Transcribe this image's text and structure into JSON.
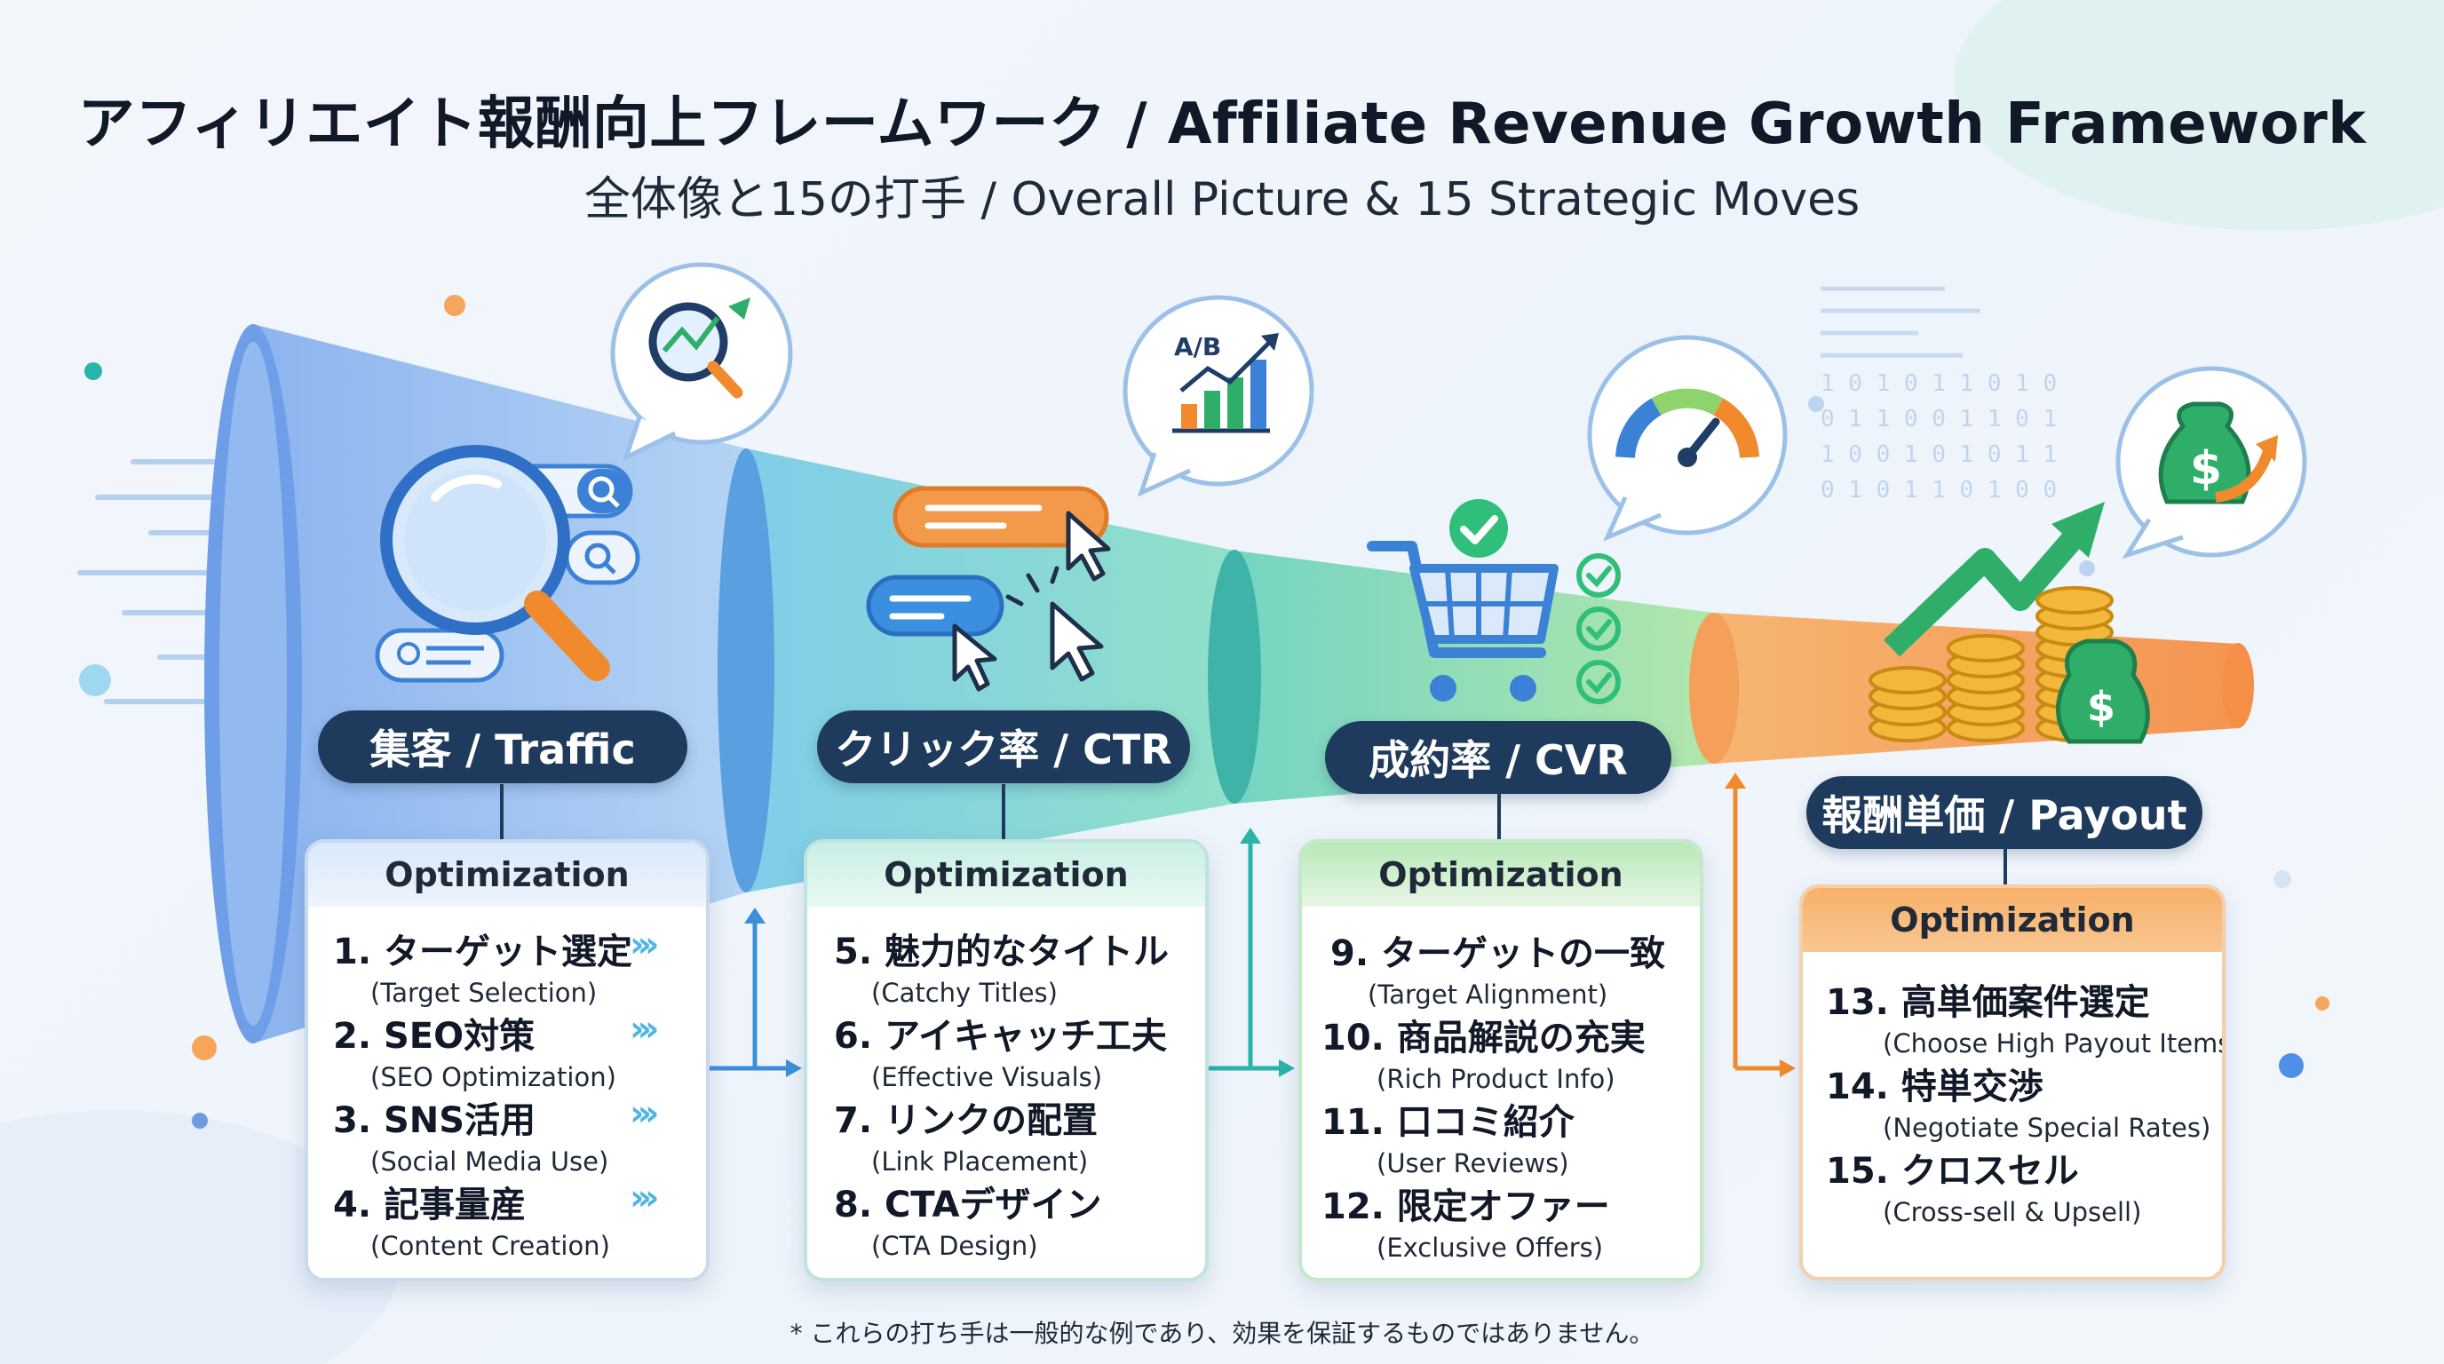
{
  "title": "アフィリエイト報酬向上フレームワーク / Affiliate Revenue Growth Framework",
  "subtitle": "全体像と15の打手 / Overall Picture & 15 Strategic Moves",
  "colors": {
    "navy": "#1e3a5c",
    "traffic": "#8fb9ef",
    "ctr": "#6fd3b0",
    "cvr": "#8fdc9c",
    "payout": "#f6a65a",
    "accent_blue": "#3b82d6",
    "accent_teal": "#2ab3a8",
    "accent_orange": "#f08a2c"
  },
  "stages": [
    {
      "label": "集客 / Traffic",
      "panel_title": "Optimization",
      "icon": "search-magnifier-icon",
      "bubble_icon": "search-trend-icon",
      "items": [
        {
          "main": "1. ターゲット選定",
          "sub": "(Target Selection)"
        },
        {
          "main": "2. SEO対策",
          "sub": "(SEO Optimization)"
        },
        {
          "main": "3. SNS活用",
          "sub": "(Social Media Use)"
        },
        {
          "main": "4. 記事量産",
          "sub": "(Content Creation)"
        }
      ]
    },
    {
      "label": "クリック率 / CTR",
      "panel_title": "Optimization",
      "icon": "click-cursor-icon",
      "bubble_icon": "ab-test-chart-icon",
      "bubble_text": "A/B",
      "items": [
        {
          "main": "5. 魅力的なタイトル",
          "sub": "(Catchy Titles)"
        },
        {
          "main": "6. アイキャッチ工夫",
          "sub": "(Effective Visuals)"
        },
        {
          "main": "7. リンクの配置",
          "sub": "(Link Placement)"
        },
        {
          "main": "8. CTAデザイン",
          "sub": "(CTA Design)"
        }
      ]
    },
    {
      "label": "成約率 / CVR",
      "panel_title": "Optimization",
      "icon": "shopping-cart-icon",
      "bubble_icon": "gauge-meter-icon",
      "items": [
        {
          "main": "9. ターゲットの一致",
          "sub": "(Target Alignment)"
        },
        {
          "main": "10. 商品解説の充実",
          "sub": "(Rich Product Info)"
        },
        {
          "main": "11. 口コミ紹介",
          "sub": "(User Reviews)"
        },
        {
          "main": "12. 限定オファー",
          "sub": "(Exclusive Offers)"
        }
      ]
    },
    {
      "label": "報酬単価 / Payout",
      "panel_title": "Optimization",
      "icon": "coin-stack-icon",
      "bubble_icon": "money-bag-icon",
      "items": [
        {
          "main": "13. 高単価案件選定",
          "sub": "(Choose High Payout Items)"
        },
        {
          "main": "14. 特単交渉",
          "sub": "(Negotiate Special Rates)"
        },
        {
          "main": "15. クロスセル",
          "sub": "(Cross-sell & Upsell)"
        }
      ]
    }
  ],
  "footnote": "* これらの打ち手は一般的な例であり、効果を保証するものではありません。"
}
